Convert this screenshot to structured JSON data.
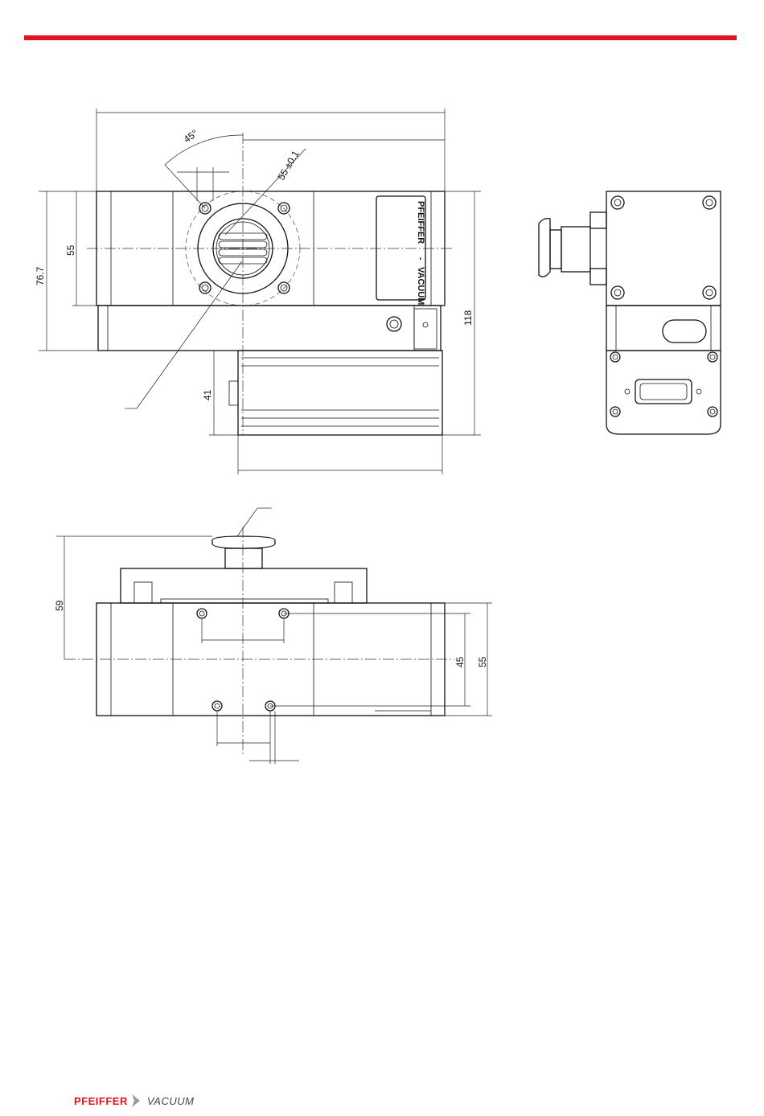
{
  "header": {
    "accent_color": "#e2121f"
  },
  "drawing": {
    "dimensions": {
      "angle": "45°",
      "flange_diameter": "55 ±0.1",
      "front_height_inner": "55",
      "front_height_total": "76.7",
      "motor_height": "41",
      "overall_height": "118",
      "bottom_height": "59",
      "bottom_hole_spacing": "45",
      "bottom_depth": "55"
    },
    "label_plate": {
      "brand_left": "PFEIFFER",
      "separator": "-",
      "brand_right": "VACUUM"
    }
  },
  "footer": {
    "logo_left": "PFEIFFER",
    "logo_right": "VACUUM",
    "logo_left_color": "#e2121f"
  }
}
